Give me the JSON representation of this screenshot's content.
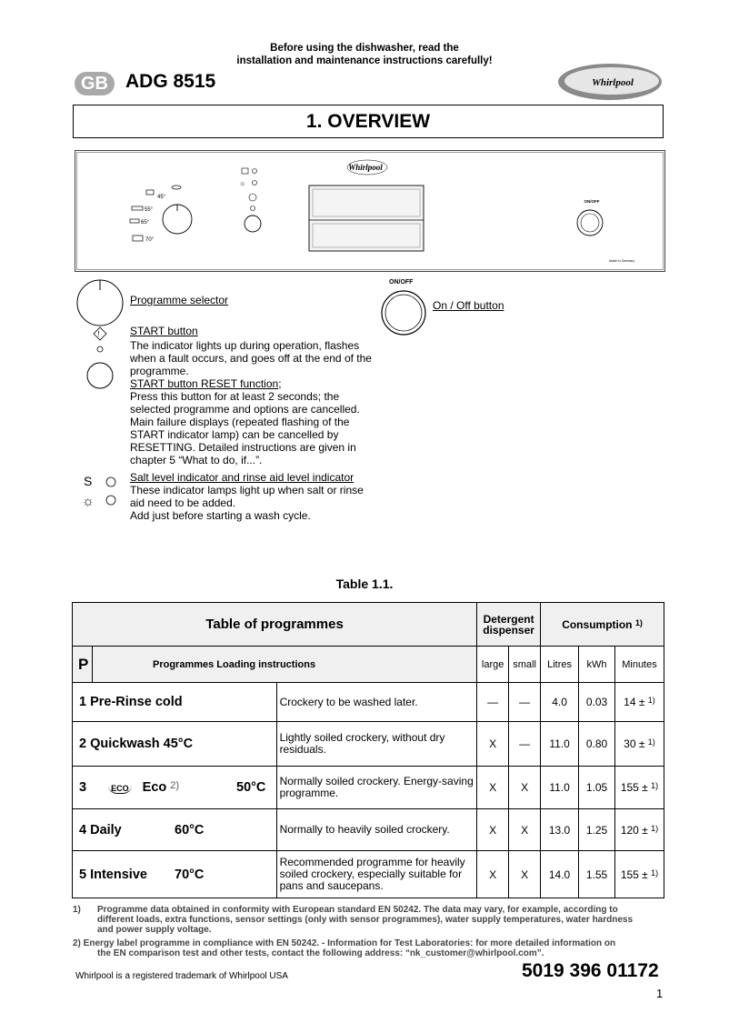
{
  "header": {
    "intro_line1": "Before using the dishwasher, read the",
    "intro_line2": "installation and maintenance instructions carefully!",
    "lang_badge": "GB",
    "model": "ADG 8515",
    "brand_logo": "Whirlpool"
  },
  "overview_title": "1. OVERVIEW",
  "panel": {
    "brand": "Whirlpool",
    "temps": [
      "45°",
      "55°",
      "65°",
      "70°"
    ],
    "onoff_label": "ON/OFF",
    "made_in": "Made in Germany"
  },
  "descriptions": {
    "onoff_small": "ON/OFF",
    "programme_selector": "Programme selector",
    "start_button": "START button",
    "start_text": [
      "The indicator lights up during operation, flashes",
      "when a fault occurs, and goes off at the end of the",
      "programme."
    ],
    "reset_title": "START button RESET function",
    "reset_title_suffix": ";",
    "reset_text": [
      "Press this button for at least 2 seconds; the",
      "selected programme and options are cancelled.",
      "Main failure displays (repeated flashing of the",
      "START indicator lamp) can be cancelled by",
      "RESETTING. Detailed instructions are given in",
      "chapter 5 “What to do, if...”."
    ],
    "salt_title": "Salt level indicator and rinse aid level indicator",
    "salt_text": [
      "These indicator lamps light up when salt or rinse",
      "aid need to be added.",
      "Add just before starting a wash cycle."
    ],
    "onoff_button": "On / Off button"
  },
  "table": {
    "caption": "Table 1.1.",
    "title": "Table of programmes",
    "detergent_header": [
      "Detergent",
      "dispenser"
    ],
    "consumption_header": "Consumption",
    "consumption_sup": "1)",
    "p_label": "P",
    "programmes_header": "Programmes Loading instructions",
    "sub_headers": [
      "large",
      "small",
      "Litres",
      "kWh",
      "Minutes"
    ],
    "rows": [
      {
        "name": "1 Pre-Rinse cold",
        "temp": "",
        "eco_sup": "",
        "desc": "Crockery to be washed later.",
        "large": "—",
        "small": "—",
        "litres": "4.0",
        "kwh": "0.03",
        "minutes": "14 ±",
        "sup": "1)"
      },
      {
        "name": "2 Quickwash 45°C",
        "temp": "",
        "eco_sup": "",
        "desc": "Lightly soiled crockery, without dry residuals.",
        "large": "X",
        "small": "—",
        "litres": "11.0",
        "kwh": "0.80",
        "minutes": "30 ±",
        "sup": "1)"
      },
      {
        "name": "3",
        "eco_word": "Eco",
        "eco_sup": "2)",
        "temp": "50°C",
        "desc": "Normally soiled crockery. Energy-saving programme.",
        "large": "X",
        "small": "X",
        "litres": "11.0",
        "kwh": "1.05",
        "minutes": "155 ±",
        "sup": "1)"
      },
      {
        "name": "4 Daily",
        "temp": "60°C",
        "eco_sup": "",
        "desc": "Normally to heavily soiled crockery.",
        "large": "X",
        "small": "X",
        "litres": "13.0",
        "kwh": "1.25",
        "minutes": "120 ±",
        "sup": "1)"
      },
      {
        "name": "5 Intensive",
        "temp": "70°C",
        "eco_sup": "",
        "desc": "Recommended programme for heavily soiled crockery, especially suitable for pans and saucepans.",
        "large": "X",
        "small": "X",
        "litres": "14.0",
        "kwh": "1.55",
        "minutes": "155 ±",
        "sup": "1)"
      }
    ],
    "eco_badge": "ECO"
  },
  "footnotes": {
    "fn1_mark": "1)",
    "fn1_line1": "Programme data obtained in conformity with European standard EN 50242. The data may vary, for example, according to",
    "fn1_line2": "different loads, extra functions, sensor settings (only with sensor programmes), water supply temperatures, water hardness",
    "fn1_line3": "and power supply voltage.",
    "fn2_line1": "2) Energy label programme in compliance with EN 50242. - Information for Test Laboratories:    for more detailed information on",
    "fn2_line2": "the EN comparison test and other tests, contact the following address: “nk_customer@whirlpool.com”."
  },
  "footer": {
    "trademark": "Whirlpool is a registered trademark of Whirlpool USA",
    "code": "5019 396 01172",
    "page": "1"
  }
}
